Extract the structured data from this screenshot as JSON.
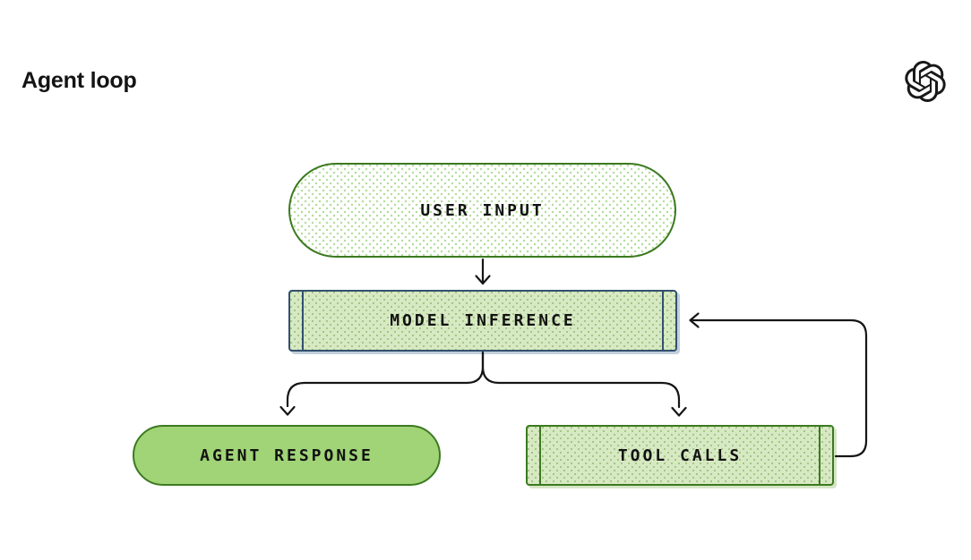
{
  "page": {
    "title": "Agent loop"
  },
  "brand": {
    "logo_icon": "openai-logo"
  },
  "colors": {
    "green_border": "#3c7a20",
    "navy_border": "#32506e",
    "solid_green_fill": "#a0d477",
    "light_green_fill": "#d7e9c3",
    "green_dot": "#a4c686",
    "pale_dot": "#b5de9f",
    "arrow": "#161616"
  },
  "diagram": {
    "nodes": [
      {
        "id": "user-input",
        "label": "USER INPUT",
        "shape": "stadium",
        "style": "white-dotted, green outline"
      },
      {
        "id": "model-inference",
        "label": "MODEL INFERENCE",
        "shape": "subroutine",
        "style": "green-dotted, navy outline, shadow"
      },
      {
        "id": "agent-response",
        "label": "AGENT RESPONSE",
        "shape": "stadium",
        "style": "solid green, green outline"
      },
      {
        "id": "tool-calls",
        "label": "TOOL CALLS",
        "shape": "subroutine",
        "style": "green-dotted, green outline, shadow"
      }
    ],
    "edges": [
      {
        "from": "user-input",
        "to": "model-inference",
        "kind": "straight-down"
      },
      {
        "from": "model-inference",
        "to": "agent-response",
        "kind": "fork-left"
      },
      {
        "from": "model-inference",
        "to": "tool-calls",
        "kind": "fork-right"
      },
      {
        "from": "tool-calls",
        "to": "model-inference",
        "kind": "feedback-loop"
      }
    ]
  }
}
